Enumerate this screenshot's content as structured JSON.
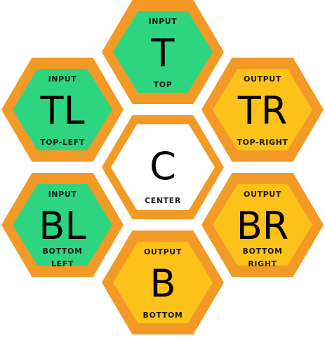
{
  "hexes": {
    "top": {
      "kind": "input",
      "role": "INPUT",
      "code": "T",
      "label1": "TOP",
      "label2": ""
    },
    "top_left": {
      "kind": "input",
      "role": "INPUT",
      "code": "TL",
      "label1": "TOP-LEFT",
      "label2": ""
    },
    "top_right": {
      "kind": "output",
      "role": "OUTPUT",
      "code": "TR",
      "label1": "TOP-RIGHT",
      "label2": ""
    },
    "center": {
      "kind": "center",
      "role": "",
      "code": "C",
      "label1": "CENTER",
      "label2": ""
    },
    "bottom_left": {
      "kind": "input",
      "role": "INPUT",
      "code": "BL",
      "label1": "BOTTOM",
      "label2": "LEFT"
    },
    "bottom_right": {
      "kind": "output",
      "role": "OUTPUT",
      "code": "BR",
      "label1": "BOTTOM",
      "label2": "RIGHT"
    },
    "bottom": {
      "kind": "output",
      "role": "OUTPUT",
      "code": "B",
      "label1": "BOTTOM",
      "label2": ""
    }
  },
  "colors": {
    "input_fill": "#2ED580",
    "output_fill": "#FDC21A",
    "center_fill": "#FFFFFF",
    "border": "#F29A25"
  }
}
